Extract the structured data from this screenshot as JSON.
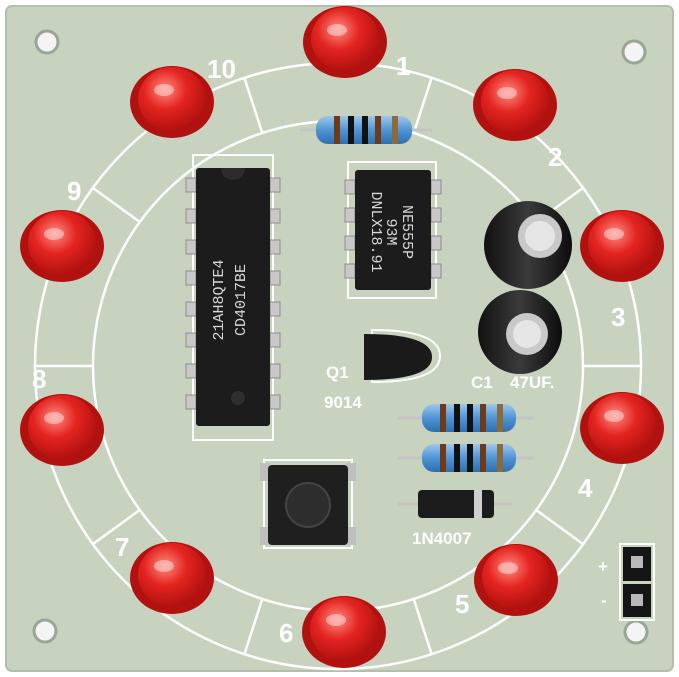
{
  "ring_numbers": [
    "1",
    "2",
    "3",
    "4",
    "5",
    "6",
    "7",
    "8",
    "9",
    "10"
  ],
  "labels": {
    "q1": "Q1",
    "transistor": "9014",
    "c1": "C1",
    "cap_value": "47UF.",
    "diode": "1N4007",
    "plus": "+",
    "minus": "-"
  },
  "chips": {
    "counter_line1": "21AH8QTE4",
    "counter_line2": "CD4017BE",
    "timer_line1": "NE555P",
    "timer_line2": "93M",
    "timer_line3": "DNLX18.91"
  },
  "colors": {
    "pcb": "#c9d4c2",
    "silkscreen": "#ffffff",
    "led_red": "#e0201e",
    "chip_black": "#1c1c1c"
  }
}
